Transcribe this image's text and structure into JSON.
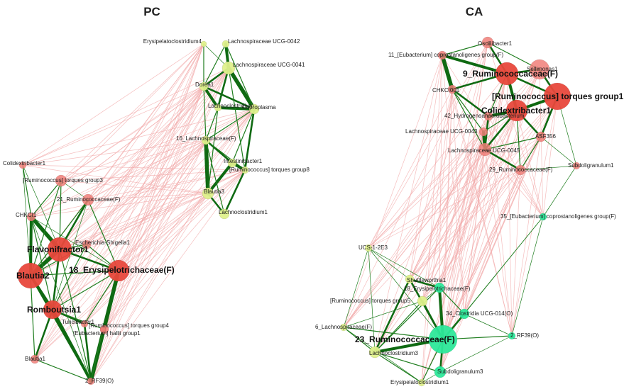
{
  "colors": {
    "pos_edge": "#1e7d1e",
    "neg_edge": "#f2a8a8",
    "node_red": "#e8483c",
    "node_pink": "#f07e78",
    "node_yellow": "#dff08c",
    "node_green": "#2de89a"
  },
  "panels": [
    {
      "title": "PC",
      "nodes": [
        {
          "id": "pc_erysip4",
          "label": "Erysipelatoclostridium4",
          "color": "yellow"
        },
        {
          "id": "pc_lach42",
          "label": "Lachnospiraceae UCG-0042",
          "color": "yellow"
        },
        {
          "id": "pc_lach41",
          "label": "Lachnospiraceae UCG-0041",
          "color": "yellow"
        },
        {
          "id": "pc_dorea1",
          "label": "Dorea1",
          "color": "yellow"
        },
        {
          "id": "pc_lachnoclos",
          "label": "Lachnoclostridium",
          "color": "yellow"
        },
        {
          "id": "pc_coproplasma",
          "label": "Coproplasma",
          "color": "yellow"
        },
        {
          "id": "pc_16lach",
          "label": "16_Lachnospiraceae(F)",
          "color": "yellow"
        },
        {
          "id": "pc_intestini1",
          "label": "Intestinibacter1",
          "color": "yellow"
        },
        {
          "id": "pc_rumtorq8",
          "label": "[Ruminococcus] torques group8",
          "color": "yellow"
        },
        {
          "id": "pc_blautia3",
          "label": "Blautia3",
          "color": "yellow"
        },
        {
          "id": "pc_lachnoclos1",
          "label": "Lachnoclostridium1",
          "color": "yellow"
        },
        {
          "id": "pc_colidex1",
          "label": "Colidextribacter1",
          "color": "pink"
        },
        {
          "id": "pc_rumtorq3",
          "label": "[Ruminococcus] torques group3",
          "color": "pink"
        },
        {
          "id": "pc_21rum",
          "label": "21_Ruminococcaceae(F)",
          "color": "pink"
        },
        {
          "id": "pc_chkci1",
          "label": "CHKCI1",
          "color": "pink"
        },
        {
          "id": "pc_escher1",
          "label": "Escherichia-Shigella1",
          "color": "pink"
        },
        {
          "id": "pc_flavo1",
          "label": "Flavonifractor1",
          "color": "red",
          "big": true
        },
        {
          "id": "pc_blautia2",
          "label": "Blautia2",
          "color": "red",
          "big": true
        },
        {
          "id": "pc_18ery",
          "label": "18_Erysipelotrichaceae(F)",
          "color": "red",
          "big": true
        },
        {
          "id": "pc_rombout1",
          "label": "Romboutsia1",
          "color": "red",
          "big": true
        },
        {
          "id": "pc_turici1",
          "label": "Turicibacter1",
          "color": "pink"
        },
        {
          "id": "pc_rumtorq4",
          "label": "[Ruminococcus] torques group4",
          "color": "pink"
        },
        {
          "id": "pc_eubhall1",
          "label": "[Eubacterium] hallii group1",
          "color": "pink"
        },
        {
          "id": "pc_blautia1",
          "label": "Blautia1",
          "color": "pink"
        },
        {
          "id": "pc_2rf39",
          "label": "2_RF39(O)",
          "color": "pink"
        }
      ]
    },
    {
      "title": "CA",
      "nodes": [
        {
          "id": "ca_oscilli1",
          "label": "Oscillibacter1",
          "color": "pink"
        },
        {
          "id": "ca_11eub",
          "label": "11_[Eubacterium] coprostanoligenes group(F)",
          "color": "pink"
        },
        {
          "id": "ca_9rum",
          "label": "9_Ruminococcaceae(F)",
          "color": "red",
          "big": true
        },
        {
          "id": "ca_sellim1",
          "label": "Sellimonas1",
          "color": "pink"
        },
        {
          "id": "ca_rumtorq1",
          "label": "[Ruminococcus] torques group1",
          "color": "red",
          "big": true
        },
        {
          "id": "ca_chkci1",
          "label": "CHKCI001",
          "color": "pink"
        },
        {
          "id": "ca_colidex1",
          "label": "Colidextribacter1",
          "color": "red",
          "big": true
        },
        {
          "id": "ca_42hydro",
          "label": "42_Hydrogenoanaerobacterium",
          "color": "pink"
        },
        {
          "id": "ca_asf356",
          "label": "ASF356",
          "color": "pink"
        },
        {
          "id": "ca_lach43",
          "label": "Lachnospiraceae UCG-0043",
          "color": "pink"
        },
        {
          "id": "ca_lach45",
          "label": "Lachnospiraceae UCG-0045",
          "color": "pink"
        },
        {
          "id": "ca_29rum",
          "label": "29_Ruminococcaceae(F)",
          "color": "pink"
        },
        {
          "id": "ca_subdol1",
          "label": "Subdoligranulum1",
          "color": "pink"
        },
        {
          "id": "ca_35eub",
          "label": "35_[Eubacterium] coprostanoligenes group(F)",
          "color": "green"
        },
        {
          "id": "ca_ucs",
          "label": "UCS-1-2E3",
          "color": "yellow"
        },
        {
          "id": "ca_shuttle1",
          "label": "Shuttleworthia1",
          "color": "yellow"
        },
        {
          "id": "ca_18ery",
          "label": "18_Erysipelotrichaceae(F)",
          "color": "green"
        },
        {
          "id": "ca_rumtorq5",
          "label": "[Ruminococcus] torques group5",
          "color": "yellow"
        },
        {
          "id": "ca_34clos",
          "label": "34_Clostridia UCG-014(O)",
          "color": "green"
        },
        {
          "id": "ca_6lach",
          "label": "6_Lachnospiraceae(F)",
          "color": "yellow"
        },
        {
          "id": "ca_23rum",
          "label": "23_Ruminococcaceae(F)",
          "color": "green",
          "big": true
        },
        {
          "id": "ca_2rf39",
          "label": "2_RF39(O)",
          "color": "green"
        },
        {
          "id": "ca_lachnoclos3",
          "label": "Lachnoclostridium3",
          "color": "yellow"
        },
        {
          "id": "ca_subdol3",
          "label": "Subdoligranulum3",
          "color": "green"
        },
        {
          "id": "ca_erysip1",
          "label": "Erysipelatoclostridium1",
          "color": "yellow"
        }
      ]
    }
  ]
}
